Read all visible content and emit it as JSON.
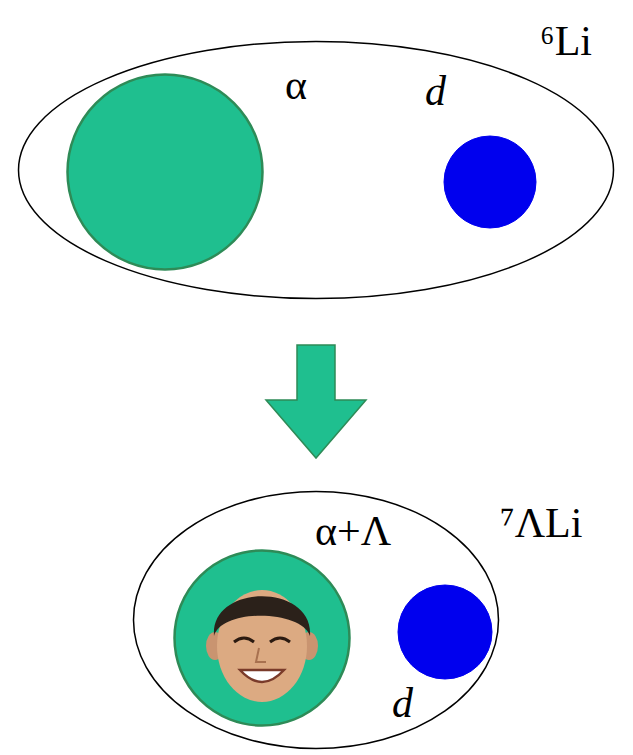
{
  "diagram": {
    "nodes": [
      {
        "text": [
          "⁶Li"
        ]
      },
      {
        "text": [
          "α"
        ],
        "in": 0
      },
      {
        "text": [
          "d"
        ],
        "in": 0
      },
      {
        "text": [
          "⁷ΛLi"
        ]
      },
      {
        "text": [
          "α+Λ"
        ],
        "in": 3
      },
      {
        "text": [
          "d"
        ],
        "in": 3
      }
    ],
    "edges": [
      {
        "from": 0,
        "to": 3,
        "arrow": "to"
      }
    ]
  }
}
